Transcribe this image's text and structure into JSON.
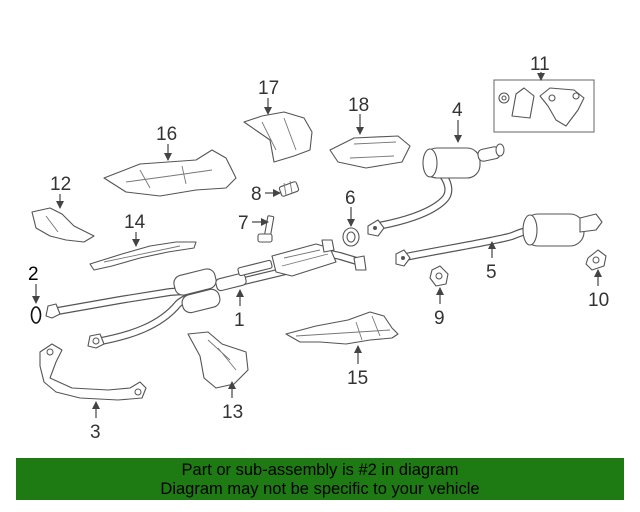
{
  "diagram": {
    "callouts": [
      {
        "id": "1",
        "label": "1"
      },
      {
        "id": "2",
        "label": "2"
      },
      {
        "id": "3",
        "label": "3"
      },
      {
        "id": "4",
        "label": "4"
      },
      {
        "id": "5",
        "label": "5"
      },
      {
        "id": "6",
        "label": "6"
      },
      {
        "id": "7",
        "label": "7"
      },
      {
        "id": "8",
        "label": "8"
      },
      {
        "id": "9",
        "label": "9"
      },
      {
        "id": "10",
        "label": "10"
      },
      {
        "id": "11",
        "label": "11"
      },
      {
        "id": "12",
        "label": "12"
      },
      {
        "id": "13",
        "label": "13"
      },
      {
        "id": "14",
        "label": "14"
      },
      {
        "id": "15",
        "label": "15"
      },
      {
        "id": "16",
        "label": "16"
      },
      {
        "id": "17",
        "label": "17"
      },
      {
        "id": "18",
        "label": "18"
      }
    ],
    "highlighted_part": "2"
  },
  "banner": {
    "line1": "Part or sub-assembly is #2 in diagram",
    "line2": "Diagram may not be specific to your vehicle",
    "background_color": "#1e7a12"
  }
}
